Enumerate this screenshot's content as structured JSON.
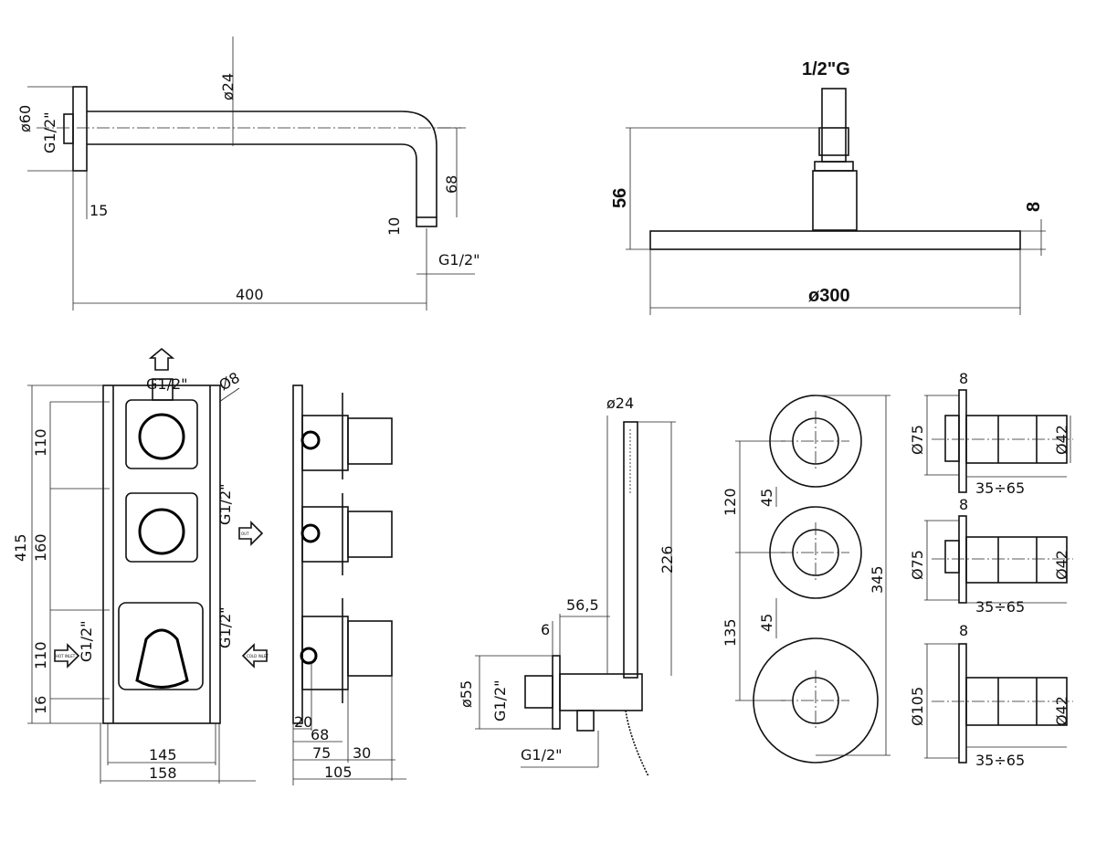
{
  "arm": {
    "flange_dia": "ø60",
    "thread": "G1/2\"",
    "pipe_dia": "ø24",
    "drop": "68",
    "outlet_len": "10",
    "outlet_thread": "G1/2\"",
    "flange_depth": "15",
    "length": "400"
  },
  "head": {
    "thread": "1/2\"G",
    "height": "56",
    "thickness": "8",
    "diameter": "ø300"
  },
  "valve": {
    "top_thread": "G1/2\"",
    "hole": "Ø8",
    "mid_thread": "G1/2\"",
    "left_thread": "G1/2\"",
    "right_thread": "G1/2\"",
    "dim_110a": "110",
    "dim_160": "160",
    "dim_110b": "110",
    "dim_16": "16",
    "total_height": "415",
    "width_inner": "145",
    "width_outer": "158",
    "out_label": "OUT",
    "hot_label": "HOT INLET",
    "cold_label": "COLD INLET",
    "side": {
      "d20": "20",
      "d68": "68",
      "d75": "75",
      "d30": "30",
      "d105": "105"
    }
  },
  "hand_shower": {
    "dia": "ø24",
    "length": "226",
    "offset": "56,5",
    "flange": "6",
    "flange_dia": "ø55",
    "thread": "G1/2\"",
    "bottom_thread": "G1/2\""
  },
  "plates": {
    "d120": "120",
    "d45a": "45",
    "d345": "345",
    "d135": "135",
    "d45b": "45",
    "rows": [
      {
        "t": "8",
        "outer": "Ø75",
        "inner": "Ø42",
        "depth": "35÷65"
      },
      {
        "t": "8",
        "outer": "Ø75",
        "inner": "Ø42",
        "depth": "35÷65"
      },
      {
        "t": "8",
        "outer": "Ø105",
        "inner": "Ø42",
        "depth": "35÷65"
      }
    ]
  }
}
